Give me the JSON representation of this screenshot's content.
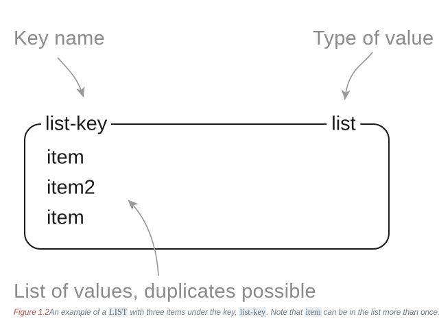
{
  "labels": {
    "key_name": "Key name",
    "type_of_value": "Type of value",
    "list_of_values": "List of values, duplicates possible"
  },
  "box": {
    "key": "list-key",
    "type": "list",
    "items": [
      "item",
      "item2",
      "item"
    ]
  },
  "caption": {
    "figure_label": "Figure 1.2",
    "p1": "An example of a ",
    "code1": "LIST",
    "p2": " with three items under the key, ",
    "code2": "list-key",
    "p3": ". Note that ",
    "code3": "item",
    "p4": " can be in the list more than once."
  },
  "colors": {
    "annotation_gray": "#8a8a8a",
    "arrow_gray": "#9a9a9a",
    "diagram_black": "#1b1b1b",
    "caption_gray": "#6e7880",
    "figure_label_red": "#bb4b43",
    "code_highlight": "#e9eef3"
  }
}
